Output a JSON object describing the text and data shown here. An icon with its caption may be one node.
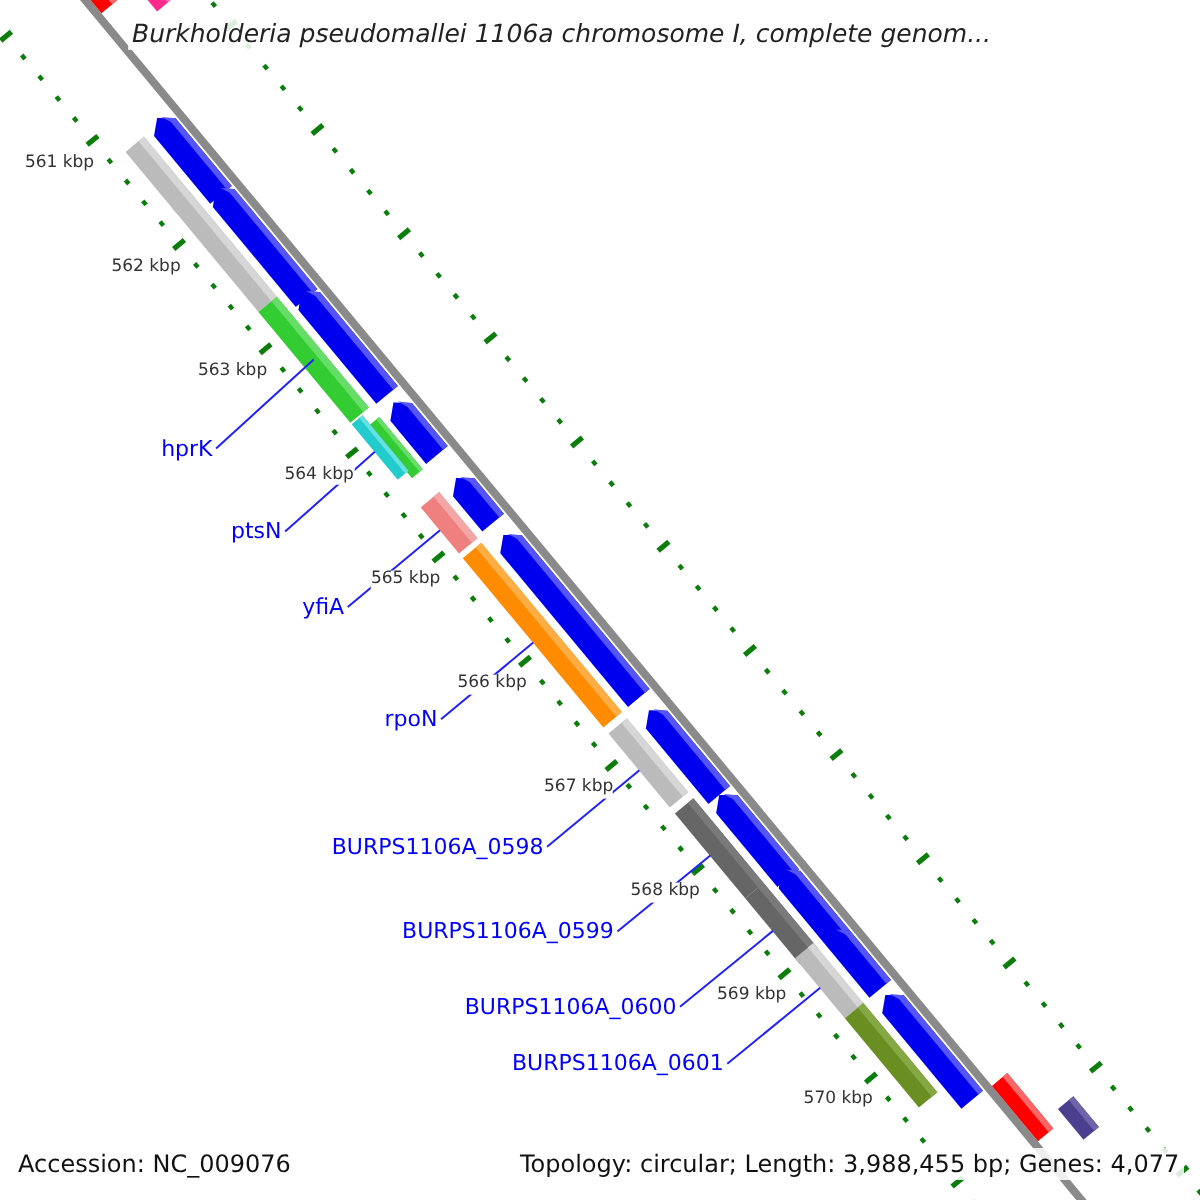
{
  "diagram": {
    "title": "Burkholderia pseudomallei 1106a chromosome I, complete genom...",
    "nodes": [
      {
        "text": [
          "hprK"
        ]
      },
      {
        "text": [
          "ptsN"
        ]
      },
      {
        "text": [
          "yfiA"
        ]
      },
      {
        "text": [
          "rpoN"
        ]
      },
      {
        "text": [
          "BURPS1106A_0598"
        ]
      },
      {
        "text": [
          "BURPS1106A_0599"
        ]
      },
      {
        "text": [
          "BURPS1106A_0600"
        ]
      },
      {
        "text": [
          "BURPS1106A_0601"
        ]
      },
      {
        "text": [],
        "shape": "bar"
      },
      {
        "text": [],
        "shape": "bar"
      },
      {
        "text": [],
        "shape": "pentagon"
      },
      {
        "text": [],
        "shape": "pentagon"
      },
      {
        "text": [],
        "shape": "pentagon"
      },
      {
        "text": [],
        "shape": "pentagon"
      },
      {
        "text": [],
        "shape": "pentagon"
      },
      {
        "text": [],
        "shape": "pentagon"
      },
      {
        "text": [],
        "shape": "pentagon"
      },
      {
        "text": [],
        "shape": "pentagon"
      },
      {
        "text": [],
        "shape": "pentagon"
      },
      {
        "text": [],
        "shape": "pentagon"
      },
      {
        "text": [],
        "shape": "pentagon"
      },
      {
        "text": [],
        "shape": "bar"
      },
      {
        "text": [],
        "shape": "bar"
      },
      {
        "text": [],
        "shape": "bar"
      },
      {
        "text": [],
        "shape": "bar"
      },
      {
        "text": [],
        "shape": "bar"
      },
      {
        "text": [],
        "shape": "bar"
      },
      {
        "text": [],
        "shape": "bar"
      },
      {
        "text": [],
        "shape": "bar"
      },
      {
        "text": [],
        "shape": "bar"
      },
      {
        "text": [],
        "shape": "bar"
      },
      {
        "text": [],
        "shape": "bar"
      },
      {
        "text": [],
        "shape": "bar"
      },
      {
        "text": [],
        "shape": "bar"
      },
      {
        "text": [],
        "shape": "bar"
      }
    ],
    "edges": [
      {
        "from": 0,
        "to": 23,
        "arrow": "none"
      },
      {
        "from": 1,
        "to": 25,
        "arrow": "none"
      },
      {
        "from": 2,
        "to": 26,
        "arrow": "none"
      },
      {
        "from": 3,
        "to": 27,
        "arrow": "none"
      },
      {
        "from": 4,
        "to": 28,
        "arrow": "none"
      },
      {
        "from": 5,
        "to": 29,
        "arrow": "none"
      },
      {
        "from": 6,
        "to": 30,
        "arrow": "none"
      },
      {
        "from": 7,
        "to": 31,
        "arrow": "none"
      }
    ],
    "labels": [
      "561 kbp",
      "562 kbp",
      "563 kbp",
      "564 kbp",
      "565 kbp",
      "566 kbp",
      "567 kbp",
      "568 kbp",
      "569 kbp",
      "570 kbp",
      "Accession: NC_009076",
      "Topology: circular; Length: 3,988,455 bp; Genes: 4,077"
    ]
  }
}
